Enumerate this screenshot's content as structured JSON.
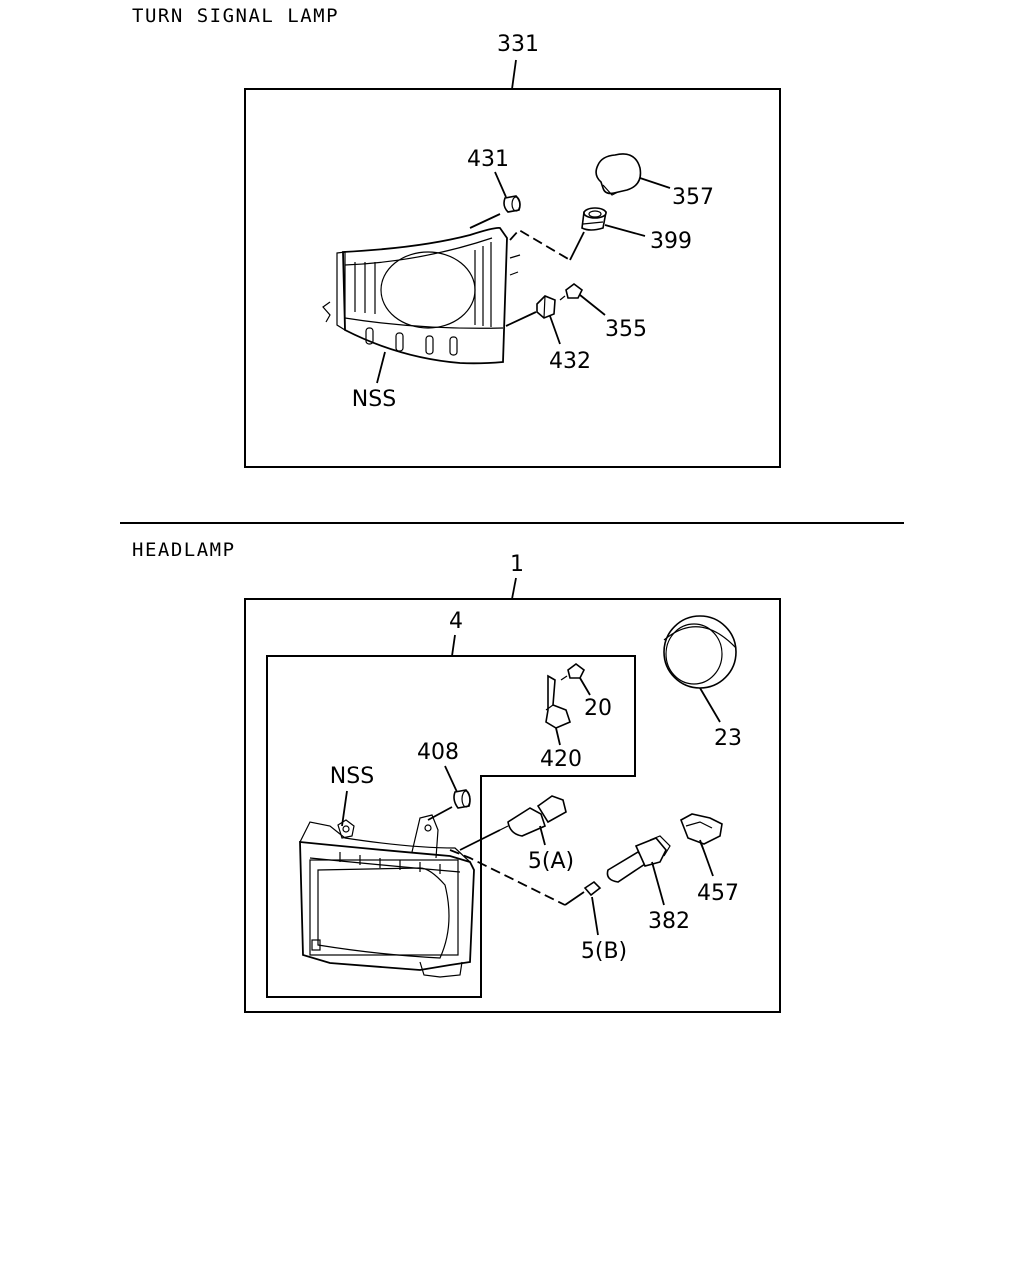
{
  "sections": [
    {
      "title": "TURN SIGNAL LAMP",
      "assembly_number": "331",
      "callouts": {
        "c431": "431",
        "c357": "357",
        "c399": "399",
        "c355": "355",
        "c432": "432",
        "nss": "NSS"
      }
    },
    {
      "title": "HEADLAMP",
      "assembly_number": "1",
      "sub_assembly_number": "4",
      "callouts": {
        "c20": "20",
        "c420": "420",
        "c23": "23",
        "c408": "408",
        "nss": "NSS",
        "c5a": "5(A)",
        "c5b": "5(B)",
        "c382": "382",
        "c457": "457"
      }
    }
  ]
}
